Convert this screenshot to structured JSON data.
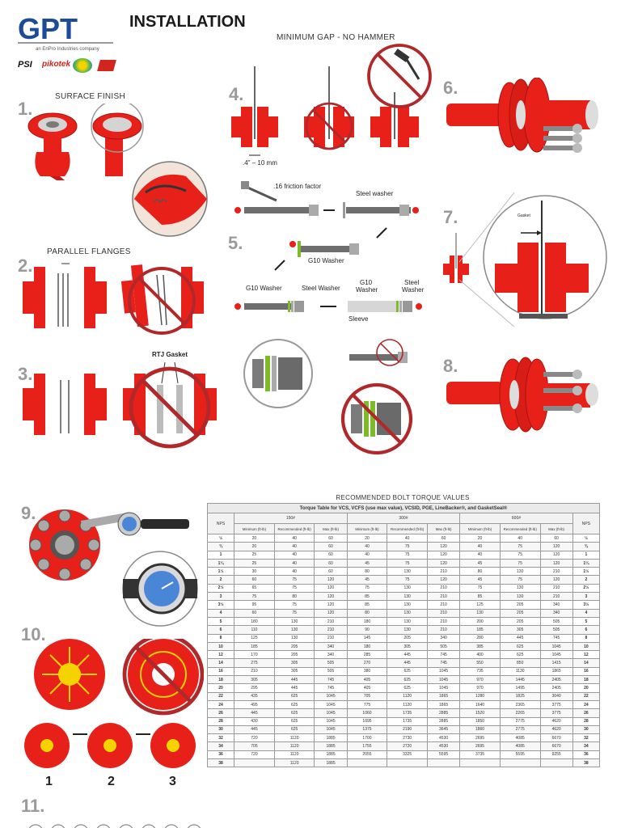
{
  "brand": {
    "logo_text": "GPT",
    "tagline": "an EnPro Industries company",
    "sub_brands": [
      "PSI",
      "pikotek",
      "",
      ""
    ]
  },
  "header": {
    "title": "INSTALLATION"
  },
  "colors": {
    "flange_red": "#e8201a",
    "dark_red": "#b01515",
    "bolt_grey": "#8c8c8c",
    "washer_green": "#7dbb2a",
    "prohibit_red": "#b0282a",
    "brand_blue": "#1e4a9a"
  },
  "steps": {
    "s1": {
      "num": "1.",
      "label": "SURFACE FINISH"
    },
    "s2": {
      "num": "2.",
      "label": "PARALLEL FLANGES"
    },
    "s3": {
      "num": "3.",
      "label": "RTJ Gasket"
    },
    "s4": {
      "num": "4.",
      "label": "MINIMUM GAP - NO HAMMER",
      "gap": ".4\" – 10 mm"
    },
    "s5": {
      "num": "5.",
      "friction": ".16 friction factor",
      "steel_washer": "Steel washer",
      "g10_washer": "G10 Washer",
      "g10_washer_b": "G10 Washer",
      "steel_washer_b": "Steel Washer",
      "g10_c": "G10",
      "washer_c": "Washer",
      "steel_c": "Steel",
      "washer_d": "Washer",
      "sleeve": "Sleeve"
    },
    "s6": {
      "num": "6."
    },
    "s7": {
      "num": "7.",
      "gasket": "Gasket"
    },
    "s8": {
      "num": "8."
    },
    "s9": {
      "num": "9."
    },
    "s10": {
      "num": "10.",
      "seq": [
        "1",
        "2",
        "3"
      ]
    },
    "s11": {
      "num": "11."
    }
  },
  "torque": {
    "title": "RECOMMENDED BOLT TORQUE VALUES",
    "caption": "Torque Table for VCS, VCFS (use max value), VCSID, PGE, LineBacker®, and GasketSeal®",
    "nps_header": "NPS",
    "classes": [
      "150#",
      "300#",
      "600#"
    ],
    "subheaders": [
      "Minimum (ft-lb)",
      "Recommended (ft-lb)",
      "Max (ft-lb)"
    ],
    "rows": [
      [
        "½",
        "20",
        "40",
        "60",
        "20",
        "40",
        "60",
        "20",
        "40",
        "60"
      ],
      [
        "¾",
        "20",
        "40",
        "60",
        "40",
        "75",
        "120",
        "40",
        "75",
        "120"
      ],
      [
        "1",
        "25",
        "40",
        "60",
        "40",
        "75",
        "120",
        "40",
        "75",
        "120"
      ],
      [
        "1¼",
        "25",
        "40",
        "60",
        "45",
        "75",
        "120",
        "45",
        "75",
        "120"
      ],
      [
        "1½",
        "30",
        "40",
        "60",
        "80",
        "130",
        "210",
        "80",
        "130",
        "210"
      ],
      [
        "2",
        "60",
        "75",
        "120",
        "45",
        "75",
        "120",
        "45",
        "75",
        "120"
      ],
      [
        "2½",
        "65",
        "75",
        "120",
        "75",
        "130",
        "210",
        "75",
        "130",
        "210"
      ],
      [
        "3",
        "75",
        "80",
        "120",
        "85",
        "130",
        "210",
        "85",
        "130",
        "210"
      ],
      [
        "3½",
        "95",
        "75",
        "120",
        "85",
        "130",
        "210",
        "125",
        "205",
        "340"
      ],
      [
        "4",
        "60",
        "75",
        "120",
        "80",
        "130",
        "210",
        "130",
        "205",
        "340"
      ],
      [
        "5",
        "180",
        "130",
        "210",
        "180",
        "130",
        "210",
        "200",
        "205",
        "505"
      ],
      [
        "6",
        "110",
        "130",
        "210",
        "90",
        "130",
        "210",
        "185",
        "305",
        "505"
      ],
      [
        "8",
        "125",
        "130",
        "210",
        "145",
        "205",
        "340",
        "280",
        "445",
        "745"
      ],
      [
        "10",
        "185",
        "205",
        "340",
        "180",
        "305",
        "505",
        "385",
        "625",
        "1045"
      ],
      [
        "12",
        "170",
        "205",
        "340",
        "285",
        "445",
        "745",
        "400",
        "625",
        "1045"
      ],
      [
        "14",
        "275",
        "305",
        "505",
        "270",
        "445",
        "745",
        "550",
        "850",
        "1415"
      ],
      [
        "16",
        "210",
        "305",
        "505",
        "380",
        "625",
        "1045",
        "735",
        "1130",
        "1865"
      ],
      [
        "18",
        "305",
        "445",
        "745",
        "405",
        "625",
        "1045",
        "970",
        "1445",
        "2405"
      ],
      [
        "20",
        "295",
        "445",
        "745",
        "405",
        "625",
        "1045",
        "970",
        "1495",
        "2405"
      ],
      [
        "22",
        "435",
        "625",
        "1045",
        "705",
        "1120",
        "1865",
        "1280",
        "1825",
        "3040"
      ],
      [
        "24",
        "495",
        "625",
        "1045",
        "775",
        "1120",
        "1865",
        "1640",
        "2365",
        "3775"
      ],
      [
        "26",
        "445",
        "625",
        "1045",
        "1060",
        "1735",
        "2885",
        "1520",
        "2265",
        "3775"
      ],
      [
        "28",
        "430",
        "625",
        "1045",
        "1095",
        "1735",
        "2885",
        "1850",
        "2775",
        "4620"
      ],
      [
        "30",
        "445",
        "625",
        "1045",
        "1375",
        "2190",
        "3645",
        "1860",
        "2775",
        "4620"
      ],
      [
        "32",
        "720",
        "1120",
        "1885",
        "1700",
        "2730",
        "4530",
        "2695",
        "4085",
        "6670"
      ],
      [
        "34",
        "705",
        "1120",
        "1885",
        "1755",
        "2720",
        "4530",
        "2695",
        "4085",
        "6670"
      ],
      [
        "36",
        "720",
        "1120",
        "1885",
        "2055",
        "3325",
        "5595",
        "3735",
        "5595",
        "9255"
      ],
      [
        "38",
        "",
        "1120",
        "1885",
        "",
        "",
        "",
        "",
        "",
        "",
        ""
      ]
    ]
  }
}
